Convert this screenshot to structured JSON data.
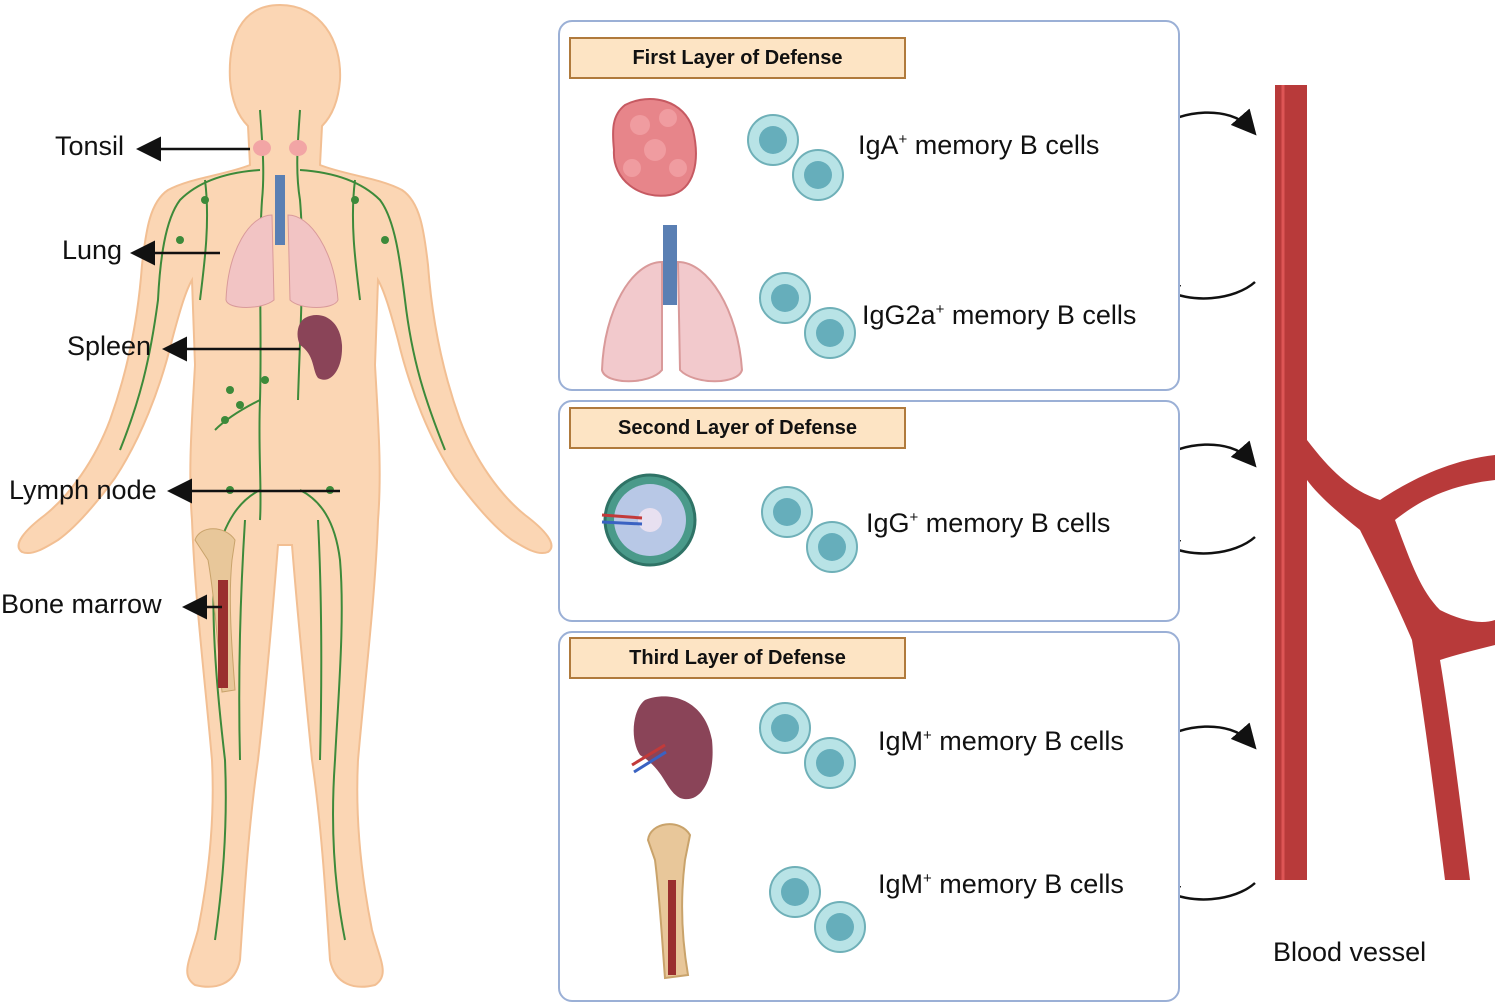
{
  "body_labels": {
    "tonsil": "Tonsil",
    "lung": "Lung",
    "spleen": "Spleen",
    "lymph_node": "Lymph node",
    "bone_marrow": "Bone marrow"
  },
  "layers": [
    {
      "title": "First Layer of Defense",
      "rows": [
        {
          "organ": "tonsil-icon",
          "cell_prefix": "IgA",
          "sup": "+",
          "cell_suffix": " memory B cells"
        },
        {
          "organ": "lungs-icon",
          "cell_prefix": "IgG2a",
          "sup": "+",
          "cell_suffix": " memory B cells"
        }
      ]
    },
    {
      "title": "Second Layer of Defense",
      "rows": [
        {
          "organ": "lymph-node-icon",
          "cell_prefix": "IgG",
          "sup": "+",
          "cell_suffix": " memory B cells"
        }
      ]
    },
    {
      "title": "Third Layer of Defense",
      "rows": [
        {
          "organ": "spleen-icon",
          "cell_prefix": "IgM",
          "sup": "+",
          "cell_suffix": " memory B cells"
        },
        {
          "organ": "bone-icon",
          "cell_prefix": "IgM",
          "sup": "+",
          "cell_suffix": " memory B cells"
        }
      ]
    }
  ],
  "blood_vessel_label": "Blood vessel",
  "colors": {
    "skin": "#fbd6b4",
    "lymph": "#3d8a3a",
    "vessel": "#b83a3a",
    "cell_fill": "#b8e3e6",
    "cell_nucleus": "#66aebb",
    "header_fill": "#fde4c4",
    "panel_border": "#9bb0d6"
  }
}
